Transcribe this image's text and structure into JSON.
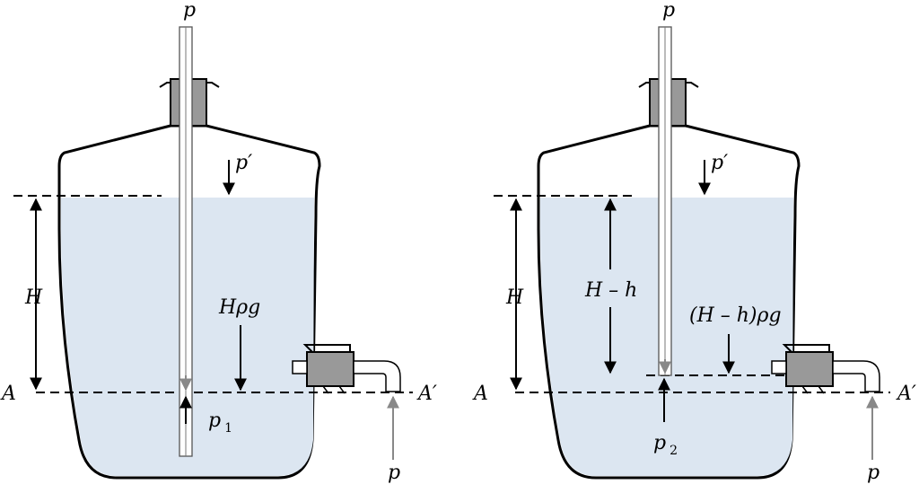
{
  "diagrams": [
    {
      "id": "left",
      "labels": {
        "top_pressure": "p",
        "air_pressure": "p′",
        "height": "H",
        "pressure_term": "Hρg",
        "level_left": "A",
        "level_right": "A′",
        "outlet_pressure": "p",
        "tube_pressure": "p",
        "tube_pressure_sub": "1"
      }
    },
    {
      "id": "right",
      "labels": {
        "top_pressure": "p",
        "air_pressure": "p′",
        "height": "H",
        "inner_height": "H – h",
        "pressure_term": "(H – h)ρg",
        "level_left": "A",
        "level_right": "A′",
        "outlet_pressure": "p",
        "tube_pressure": "p",
        "tube_pressure_sub": "2"
      }
    }
  ],
  "colors": {
    "water": "#dce6f1",
    "stopper": "#999999",
    "gray_arrow": "#888888"
  }
}
